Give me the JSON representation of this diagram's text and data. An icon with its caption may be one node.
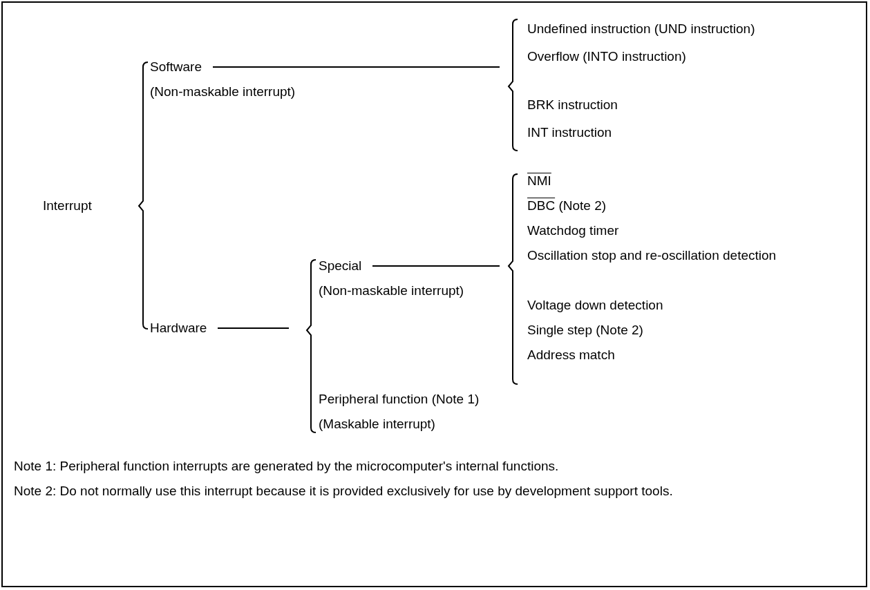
{
  "diagram": {
    "nodes": [
      {
        "text": [
          "Interrupt"
        ]
      },
      {
        "text": [
          "Software",
          "(Non-maskable interrupt)"
        ]
      },
      {
        "text": [
          "Undefined instruction (UND instruction)"
        ]
      },
      {
        "text": [
          "Overflow (INTO instruction)"
        ]
      },
      {
        "text": [
          "BRK instruction"
        ]
      },
      {
        "text": [
          "INT instruction"
        ]
      },
      {
        "text": [
          "Hardware"
        ]
      },
      {
        "text": [
          "Special",
          "(Non-maskable interrupt)"
        ]
      },
      {
        "text": [
          "NMI"
        ]
      },
      {
        "text": [
          "DBC (Note 2)"
        ]
      },
      {
        "text": [
          "Watchdog timer"
        ]
      },
      {
        "text": [
          "Oscillation stop and re-oscillation detection"
        ]
      },
      {
        "text": [
          "Voltage down detection"
        ]
      },
      {
        "text": [
          "Single step (Note 2)"
        ]
      },
      {
        "text": [
          "Address match"
        ]
      },
      {
        "text": [
          "Peripheral function (Note 1)",
          "(Maskable interrupt)"
        ]
      }
    ],
    "edges": [
      {
        "from": 1,
        "to": null,
        "arrow": "none"
      },
      {
        "from": 6,
        "to": null,
        "arrow": "none"
      },
      {
        "from": 7,
        "to": null,
        "arrow": "none"
      }
    ],
    "labels": [
      "Note 1: Peripheral function interrupts are generated by the microcomputer's internal functions.",
      "Note 2: Do not normally use this interrupt because it is provided exclusively for use by development support tools."
    ]
  }
}
